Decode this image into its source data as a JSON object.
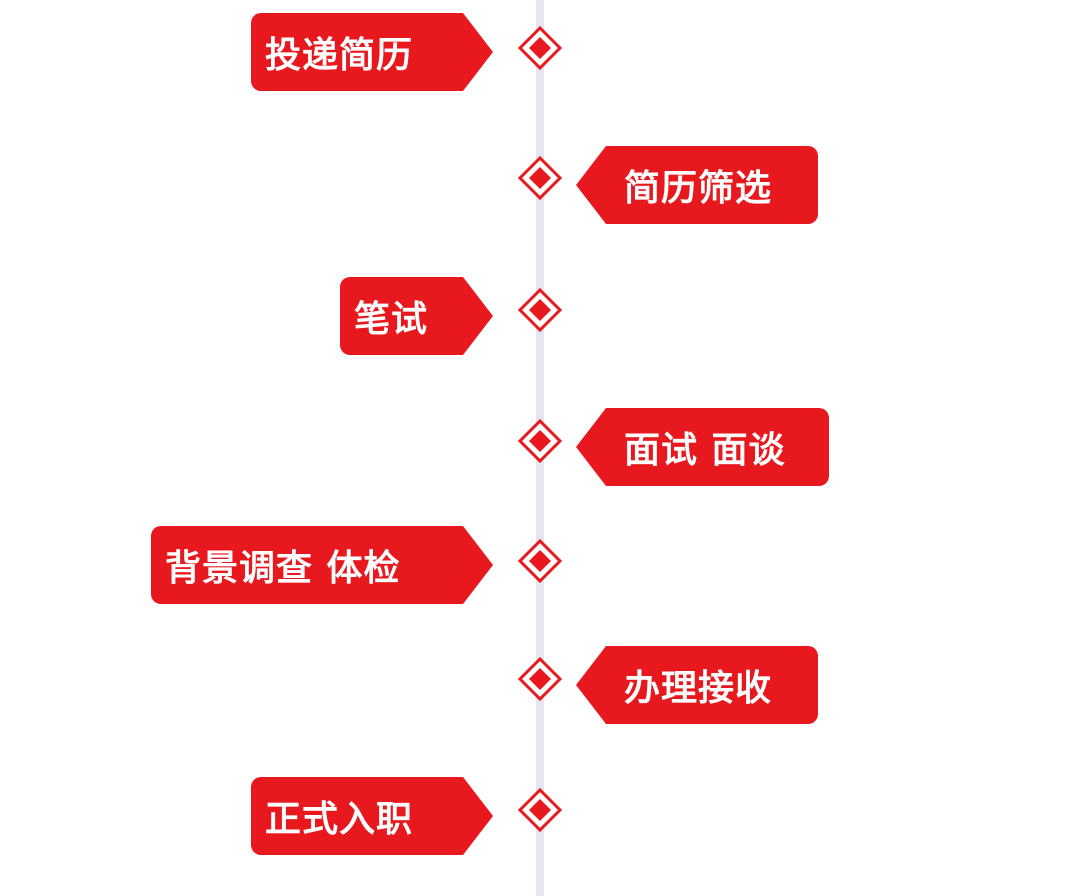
{
  "accent_color": "#e8191e",
  "line_color": "#e6e6ee",
  "steps": [
    {
      "label": "投递简历",
      "side": "left"
    },
    {
      "label": "简历筛选",
      "side": "right"
    },
    {
      "label": "笔试",
      "side": "left"
    },
    {
      "label": "面试 面谈",
      "side": "right"
    },
    {
      "label": "背景调查 体检",
      "side": "left"
    },
    {
      "label": "办理接收",
      "side": "right"
    },
    {
      "label": "正式入职",
      "side": "left"
    }
  ]
}
